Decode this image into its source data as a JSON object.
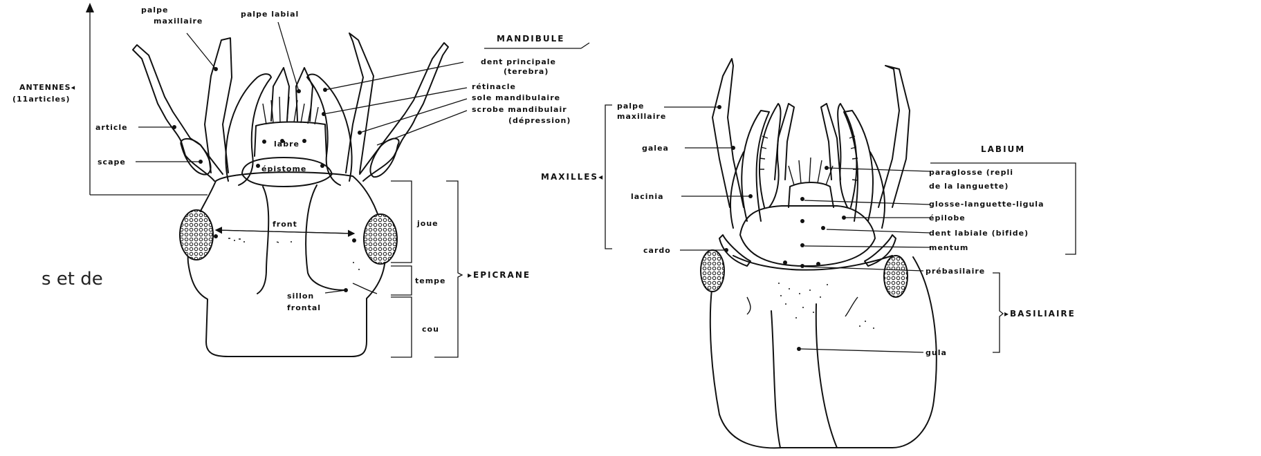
{
  "cut_text": "s et de",
  "dorsal_view": {
    "labels": {
      "palpe_maxillaire_1": "palpe",
      "palpe_maxillaire_2": "maxillaire",
      "palpe_labial": "palpe labial",
      "mandibule": "MANDIBULE",
      "dent_principale_1": "dent principale",
      "dent_principale_2": "(terebra)",
      "retinacle": "rétinacle",
      "sole": "sole mandibulaire",
      "scrobe_1": "scrobe mandibulair",
      "scrobe_2": "(dépression)",
      "antennes": "ANTENNES",
      "antennes_sub": "(11articles)",
      "article": "article",
      "scape": "scape",
      "labre": "labre",
      "epistome": "épistome",
      "front": "front",
      "joue": "joue",
      "tempe": "tempe",
      "cou": "cou",
      "epicrane": "EPICRANE",
      "sillon_1": "sillon",
      "sillon_2": "frontal"
    }
  },
  "ventral_view": {
    "labels": {
      "palpe_1": "palpe",
      "palpe_2": "maxillaire",
      "galea": "galea",
      "maxilles": "MAXILLES",
      "lacinia": "lacinia",
      "cardo": "cardo",
      "labium": "LABIUM",
      "paraglosse_1": "paraglosse (repli",
      "paraglosse_2": "de la languette)",
      "glosse": "glosse-languette-ligula",
      "epilobe": "épilobe",
      "dent_labiale": "dent labiale (bifide)",
      "mentum": "mentum",
      "prebasilaire": "prébasilaire",
      "basilaire": "BASILIAIRE",
      "gula": "gula"
    }
  }
}
